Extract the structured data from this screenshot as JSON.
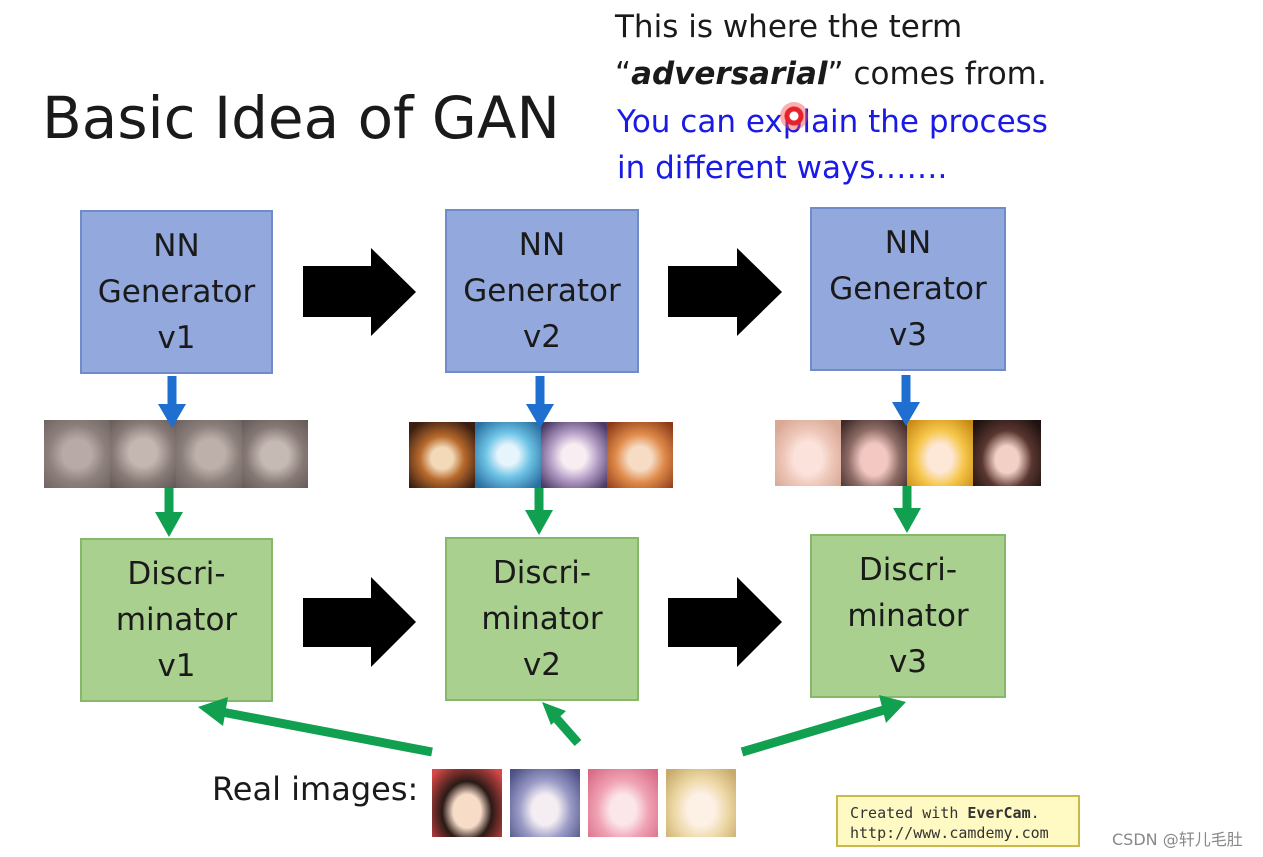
{
  "title": "Basic Idea of GAN",
  "note": {
    "line1": "This is where the term",
    "line2_open": "“",
    "line2_term": "adversarial",
    "line2_rest": "” comes from.",
    "line3": "You can explain the process",
    "line4": "in different ways……."
  },
  "generators": [
    {
      "l1": "NN",
      "l2": "Generator",
      "l3": "v1"
    },
    {
      "l1": "NN",
      "l2": "Generator",
      "l3": "v2"
    },
    {
      "l1": "NN",
      "l2": "Generator",
      "l3": "v3"
    }
  ],
  "discriminators": [
    {
      "l1": "Discri-",
      "l2": "minator",
      "l3": "v1"
    },
    {
      "l1": "Discri-",
      "l2": "minator",
      "l3": "v2"
    },
    {
      "l1": "Discri-",
      "l2": "minator",
      "l3": "v3"
    }
  ],
  "real_images_label": "Real images:",
  "badge": {
    "prefix": "Created with ",
    "brand": "EverCam",
    "suffix": ".",
    "url": "http://www.camdemy.com"
  },
  "watermark": "CSDN @轩儿毛肚",
  "colors": {
    "generator_fill": "#93a8dc",
    "discriminator_fill": "#a9d08e",
    "blue_arrow": "#1f6fd0",
    "green_arrow": "#11a04f",
    "highlight_text": "#1a1ae6"
  }
}
